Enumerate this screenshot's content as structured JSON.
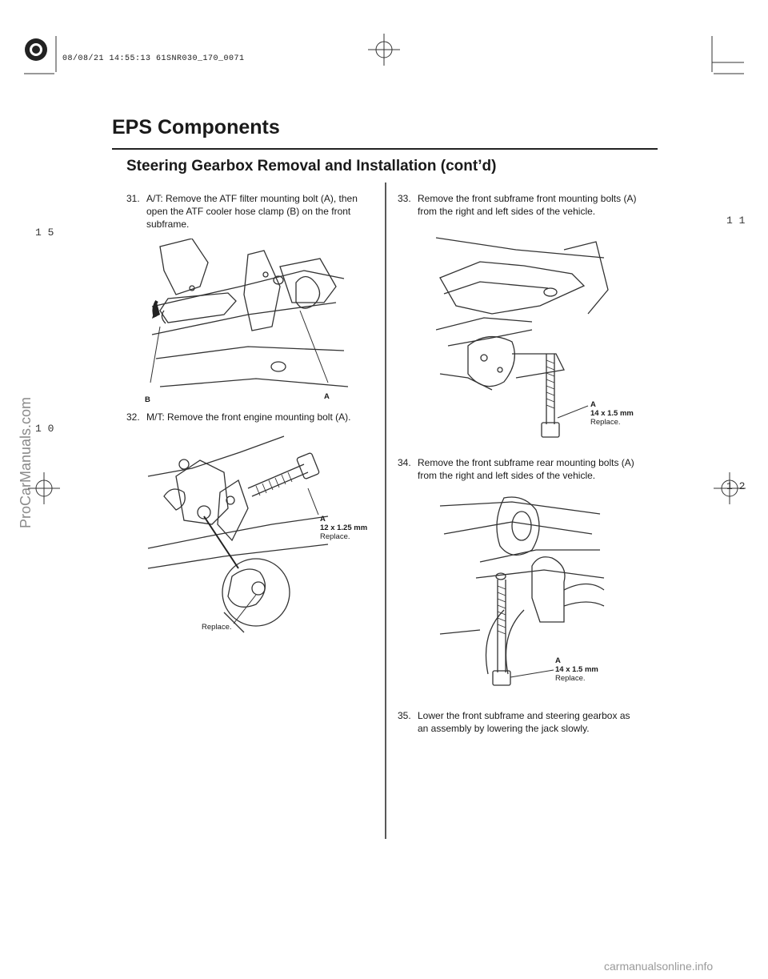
{
  "header": {
    "stamp": "08/08/21 14:55:13 61SNR030_170_0071",
    "title": "EPS Components",
    "subtitle": "Steering Gearbox Removal and Installation (cont’d)"
  },
  "left_column": {
    "step31": {
      "num": "31.",
      "text": "A/T: Remove the ATF filter mounting bolt (A), then open the ATF cooler hose clamp (B) on the front subframe."
    },
    "fig31": {
      "label_b": "B",
      "label_a": "A"
    },
    "step32": {
      "num": "32.",
      "text": "M/T: Remove the front engine mounting bolt (A)."
    },
    "fig32": {
      "label_a": "A",
      "size": "12 x 1.25 mm",
      "note": "Replace.",
      "inset_note": "Replace."
    }
  },
  "right_column": {
    "step33": {
      "num": "33.",
      "text": "Remove the front subframe front mounting bolts (A) from the right and left sides of the vehicle."
    },
    "fig33": {
      "label_a": "A",
      "size": "14 x 1.5 mm",
      "note": "Replace."
    },
    "step34": {
      "num": "34.",
      "text": "Remove the front subframe rear mounting bolts (A) from the right and left sides of the vehicle."
    },
    "fig34": {
      "label_a": "A",
      "size": "14 x 1.5 mm",
      "note": "Replace."
    },
    "step35": {
      "num": "35.",
      "text": "Lower the front subframe and steering gearbox as an assembly by lowering the jack slowly."
    }
  },
  "margin_marks": {
    "left_top": "1 5",
    "left_mid": "1 0",
    "right_top": "1 1",
    "right_mid": "1 2"
  },
  "watermarks": {
    "side": "ProCarManuals.com",
    "footer": "carmanualsonline.info"
  }
}
